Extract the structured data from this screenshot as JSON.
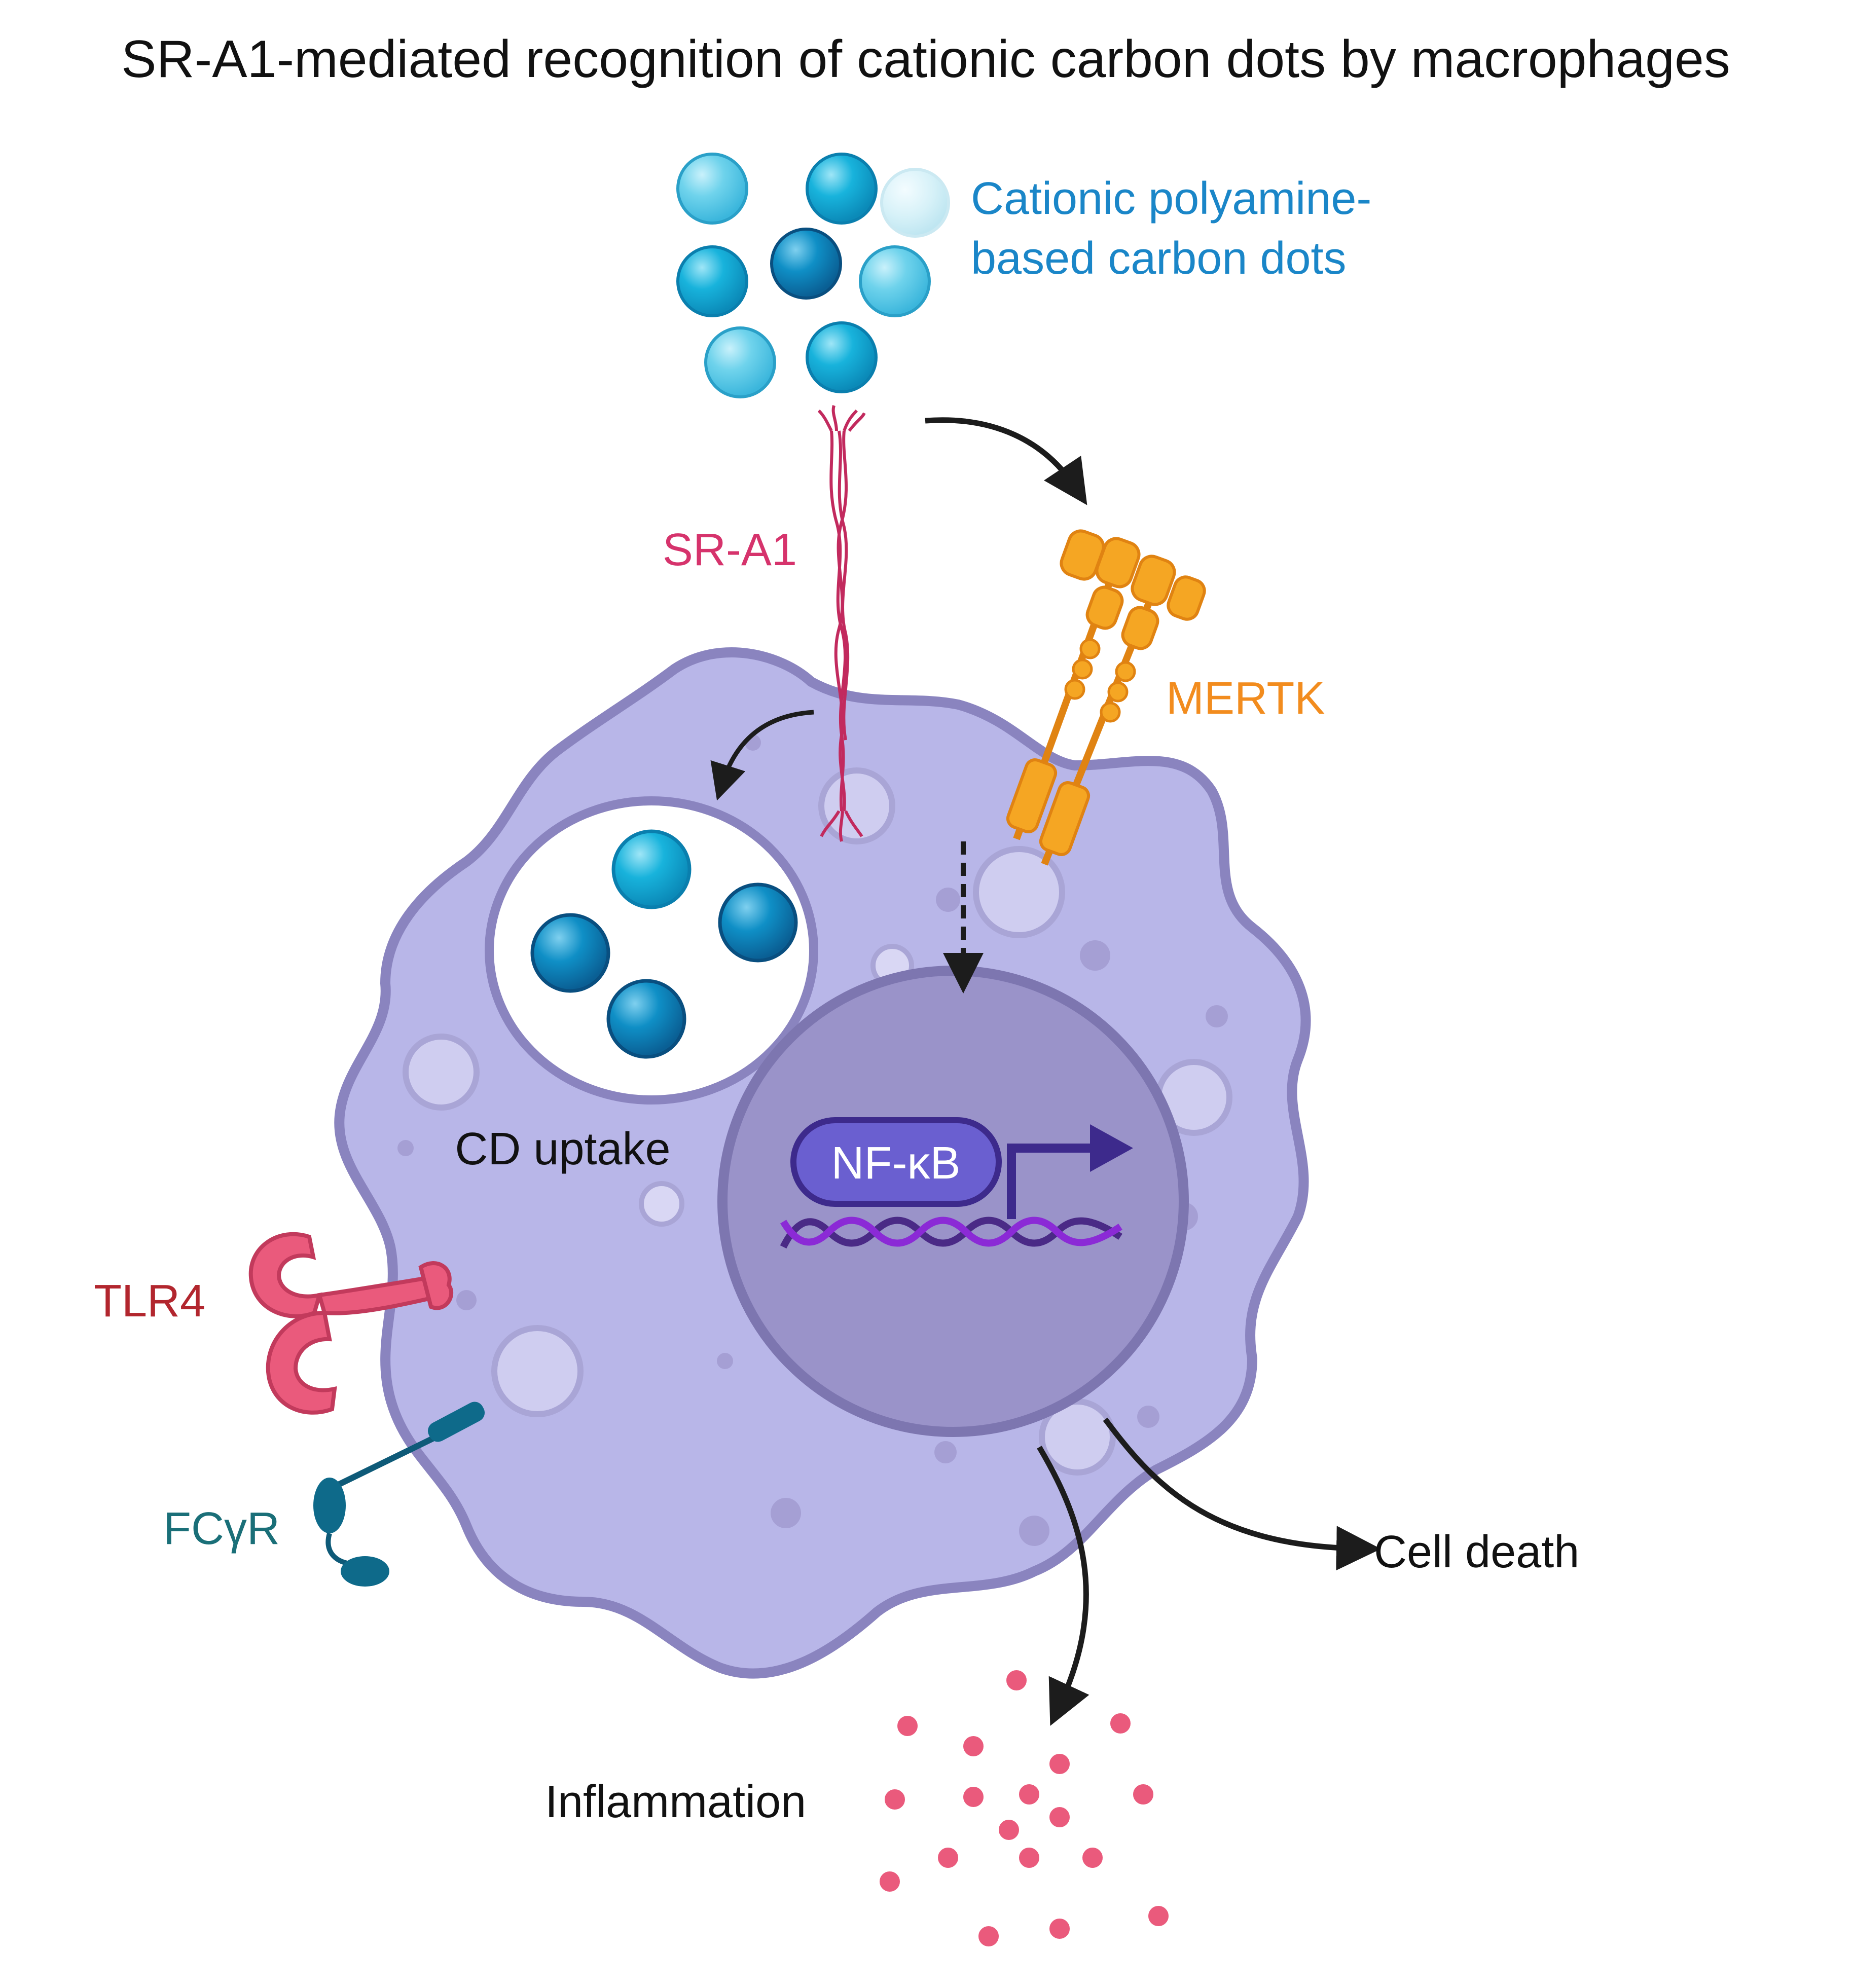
{
  "title": "SR-A1-mediated recognition of cationic carbon dots by macrophages",
  "labels": {
    "carbon_dots": [
      "Cationic polyamine-",
      "based carbon dots"
    ],
    "sr_a1": "SR-A1",
    "mertk": "MERTK",
    "cd_uptake": "CD uptake",
    "nf_kb": "NF-κB",
    "tlr4": "TLR4",
    "fcgr": "FCγR",
    "cell_death": "Cell death",
    "inflammation": "Inflammation"
  },
  "colors": {
    "title": "#111111",
    "carbon_dots": "#1a86c8",
    "sr_a1": "#d6336c",
    "mertk": "#f28c1e",
    "tlr4": "#b2262e",
    "fcgr": "#1a6f78",
    "cell_body": "#b8b6e8",
    "cell_outline": "#8a84bf",
    "nucleus": "#9a93c9",
    "nf_kb": "#6a5fd0",
    "cytokine": "#ea5a7c"
  },
  "icons": {
    "carbon_dot": "sphere-icon",
    "receptor": "transmembrane-receptor-icon",
    "dna": "dna-helix-icon",
    "arrow": "curved-arrow-icon"
  }
}
